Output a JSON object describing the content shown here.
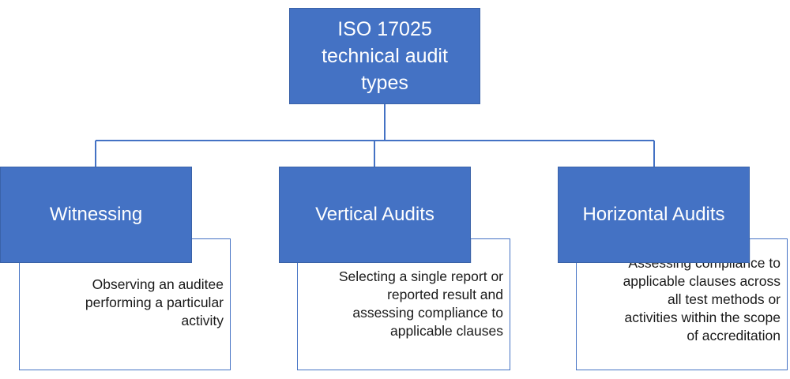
{
  "diagram": {
    "root": {
      "label": "ISO 17025\ntechnical audit\ntypes"
    },
    "categories": [
      {
        "title": "Witnessing",
        "description": "Observing an auditee\nperforming a particular\nactivity"
      },
      {
        "title": "Vertical Audits",
        "description": "Selecting a single report or\nreported result and\nassessing compliance to\napplicable clauses"
      },
      {
        "title": "Horizontal Audits",
        "description": "Assessing compliance to\napplicable clauses across\nall test methods or\nactivities within the scope\nof accreditation"
      }
    ]
  },
  "colors": {
    "box_fill": "#4472c4",
    "box_text": "#ffffff",
    "connector": "#4472c4",
    "detail_border": "#4472c4",
    "detail_highlight": "#dae3f3"
  }
}
